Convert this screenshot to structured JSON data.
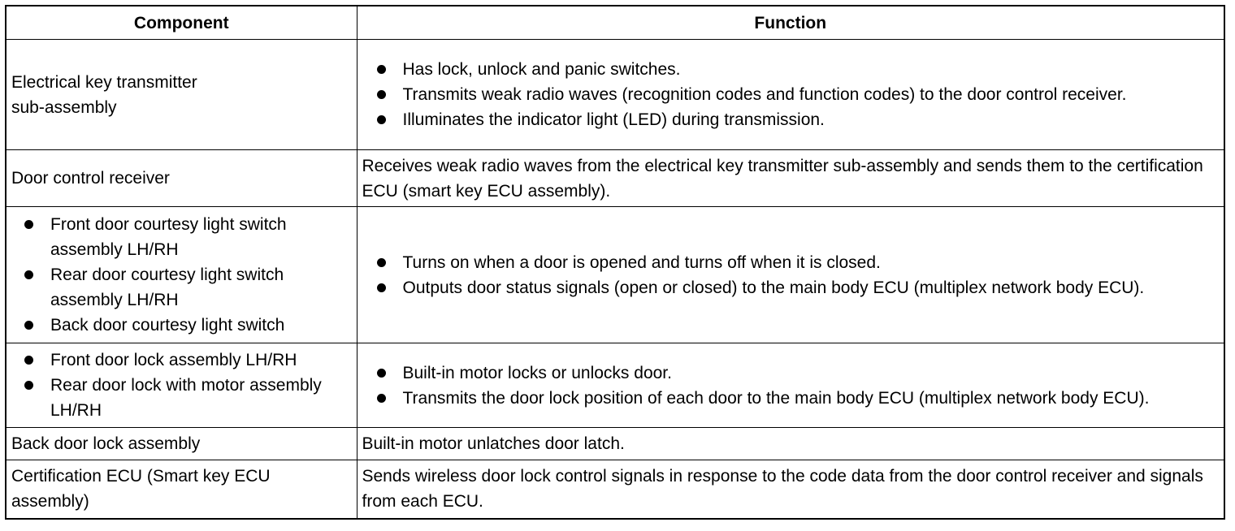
{
  "table": {
    "headers": [
      "Component",
      "Function"
    ],
    "rows": [
      {
        "component": [
          "Electrical key transmitter",
          "sub-assembly"
        ],
        "functions": [
          "Has lock, unlock and panic switches.",
          "Transmits weak radio waves (recognition codes and function codes) to the door control receiver.",
          "Illuminates the indicator light (LED) during transmission."
        ]
      },
      {
        "component": [
          "Door control receiver"
        ],
        "function_text": "Receives weak radio waves from the electrical key transmitter sub-assembly and sends them to the certification ECU (smart key ECU assembly)."
      },
      {
        "component_items": [
          "Front door courtesy light switch assembly LH/RH",
          "Rear door courtesy light switch assembly LH/RH",
          "Back door courtesy light switch"
        ],
        "functions": [
          "Turns on when a door is opened and turns off when it is closed.",
          "Outputs door status signals (open or closed) to the main body ECU (multiplex network body ECU)."
        ]
      },
      {
        "component_items": [
          "Front door lock assembly LH/RH",
          "Rear door lock with motor assembly LH/RH"
        ],
        "functions": [
          "Built-in motor locks or unlocks door.",
          "Transmits the door lock position of each door to the main body ECU (multiplex network body ECU)."
        ]
      },
      {
        "component": [
          "Back door lock assembly"
        ],
        "function_text": "Built-in motor unlatches door latch."
      },
      {
        "component": [
          "Certification ECU (Smart key ECU",
          "assembly)"
        ],
        "function_text": "Sends wireless door lock control signals in response to the code data from the door control receiver and signals from each ECU."
      }
    ]
  }
}
